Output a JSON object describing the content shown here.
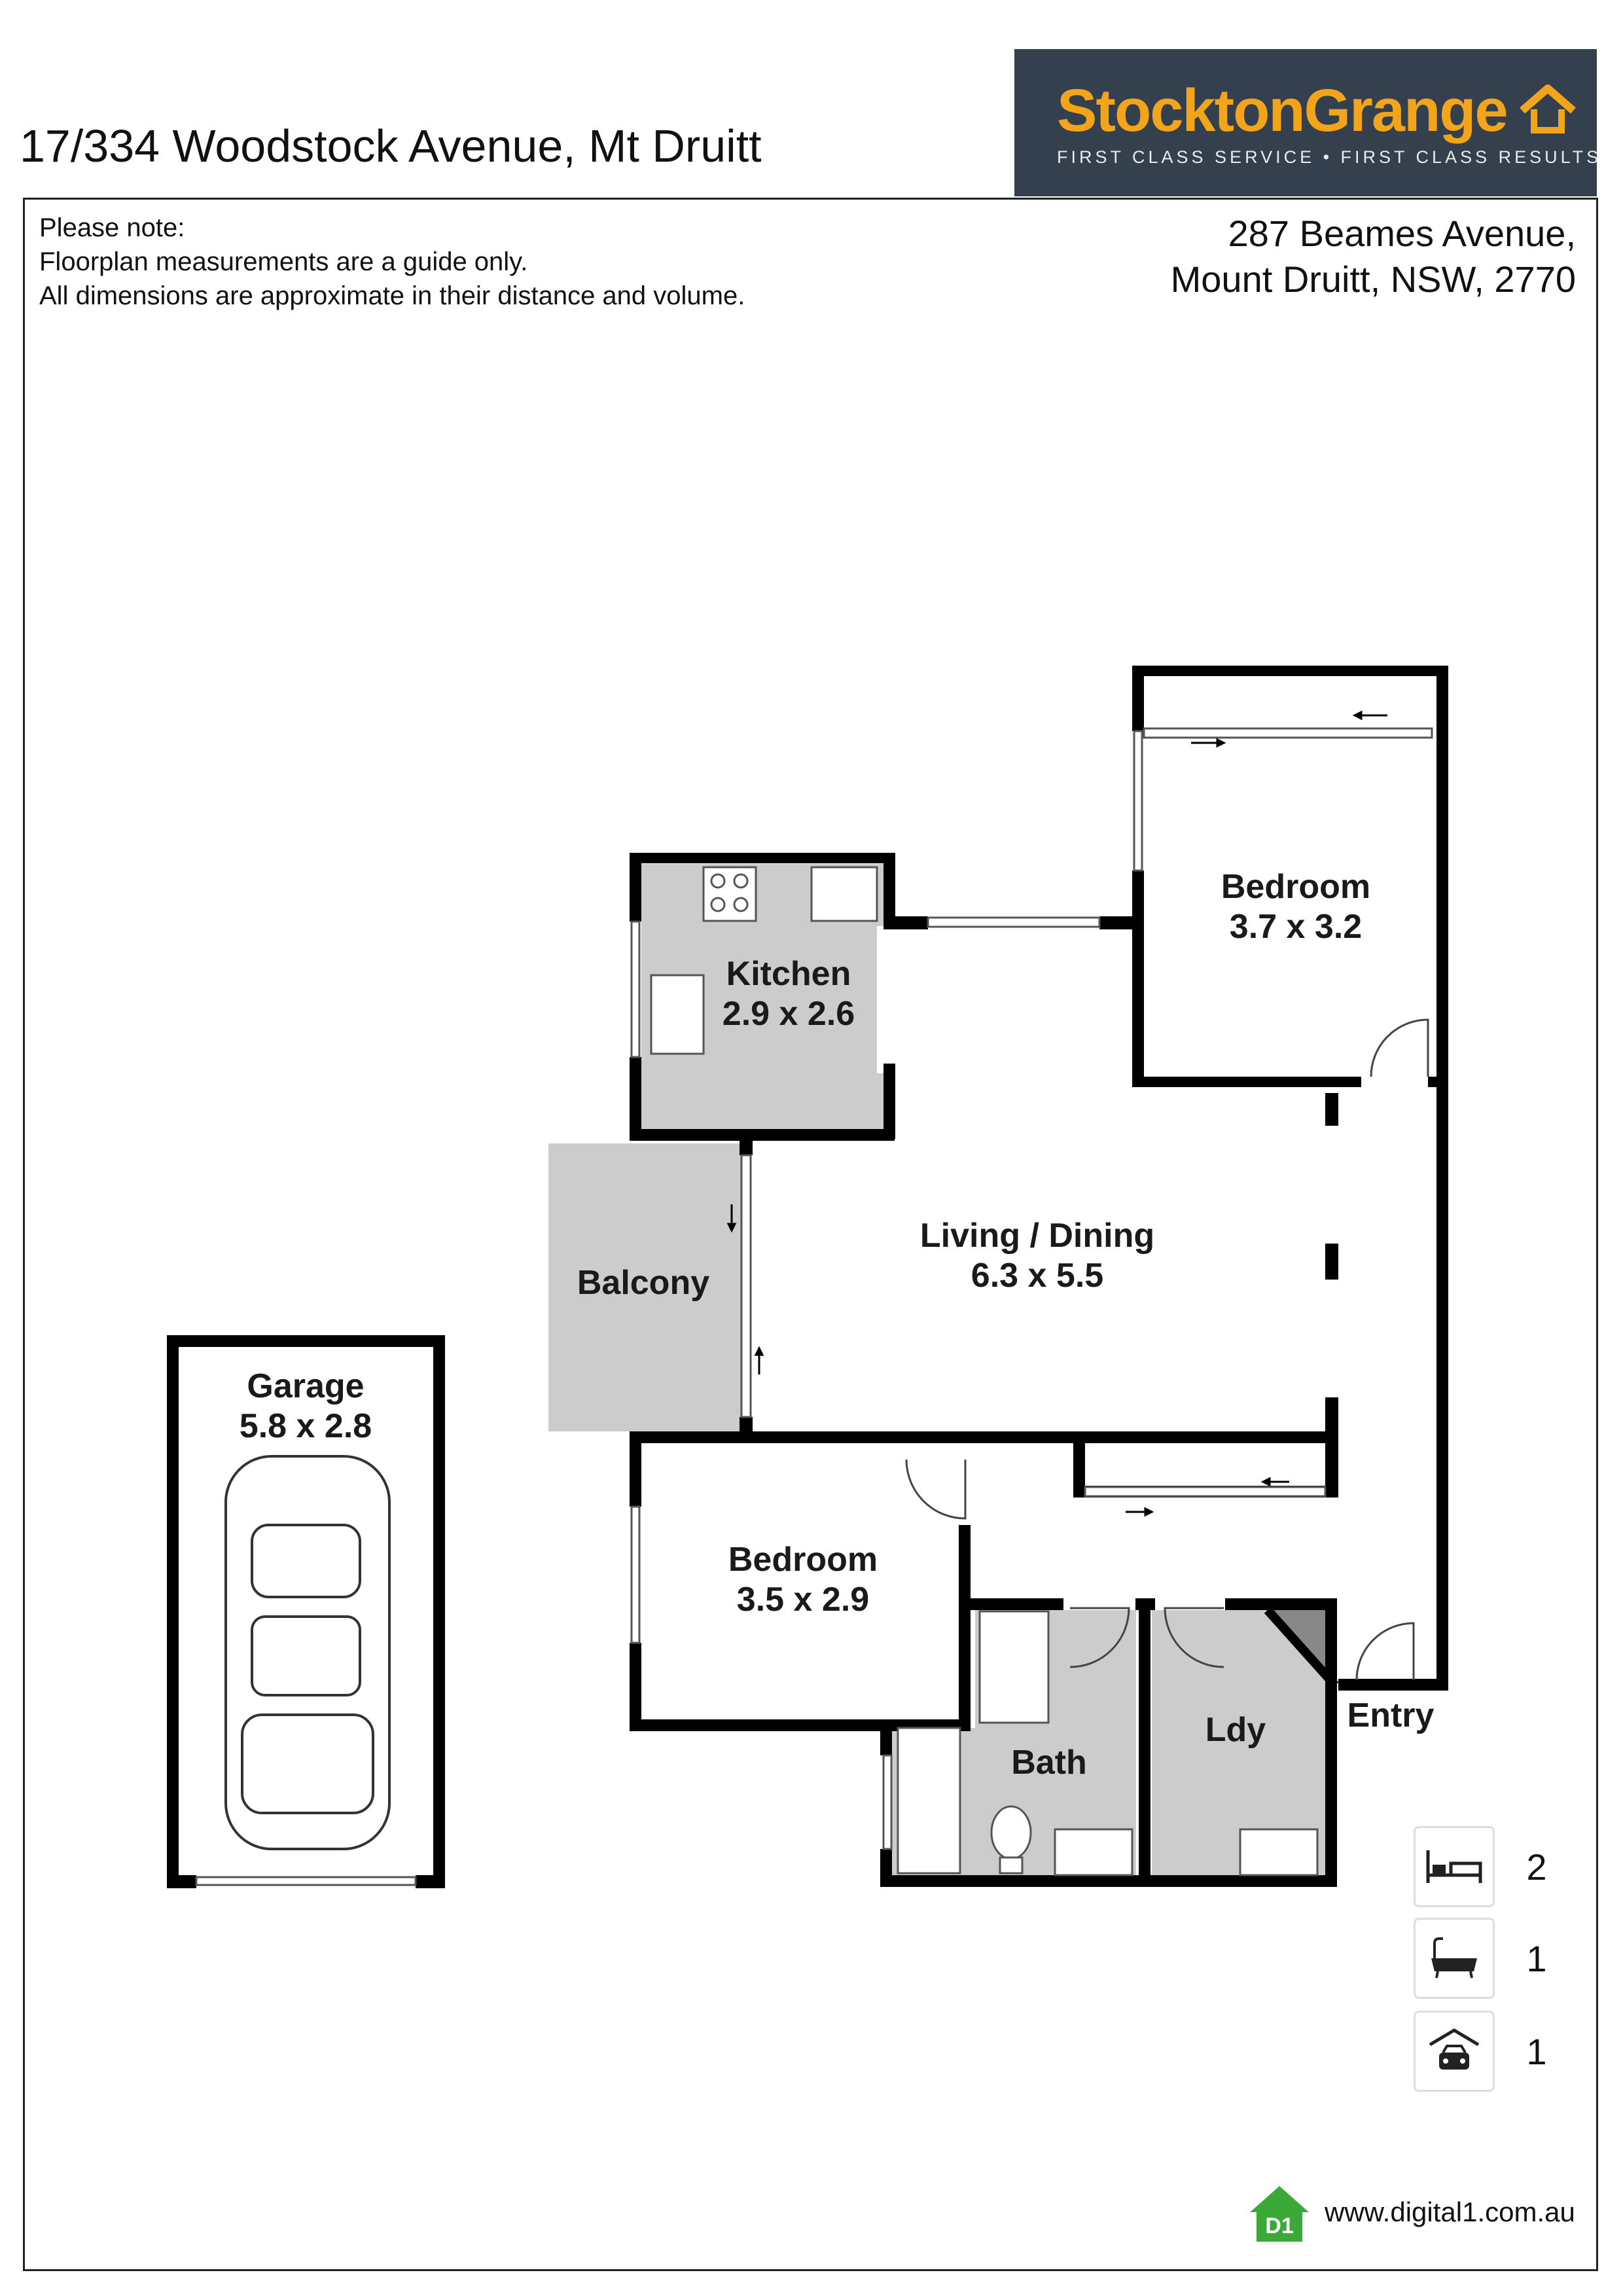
{
  "header": {
    "address": "17/334 Woodstock Avenue, Mt Druitt"
  },
  "logo": {
    "name": "StocktonGrange",
    "tagline": "FIRST CLASS SERVICE  •  FIRST CLASS RESULTS",
    "brand_color": "#f2a51a",
    "background_color": "#35404e"
  },
  "note": {
    "line1": "Please note:",
    "line2": "Floorplan measurements are a guide only.",
    "line3": "All dimensions are approximate in their distance and volume."
  },
  "office": {
    "line1": "287 Beames Avenue,",
    "line2": "Mount Druitt, NSW, 2770"
  },
  "rooms": {
    "bedroom1": {
      "name": "Bedroom",
      "size": "3.7 x 3.2"
    },
    "kitchen": {
      "name": "Kitchen",
      "size": "2.9 x 2.6"
    },
    "living": {
      "name": "Living / Dining",
      "size": "6.3 x 5.5"
    },
    "balcony": {
      "name": "Balcony"
    },
    "garage": {
      "name": "Garage",
      "size": "5.8 x 2.8"
    },
    "bedroom2": {
      "name": "Bedroom",
      "size": "3.5 x 2.9"
    },
    "bath": {
      "name": "Bath"
    },
    "laundry": {
      "name": "Ldy"
    },
    "entry": {
      "name": "Entry"
    }
  },
  "stats": {
    "bedrooms": {
      "icon": "bed-icon",
      "count": "2"
    },
    "bathrooms": {
      "icon": "bathtub-icon",
      "count": "1"
    },
    "garage": {
      "icon": "garage-car-icon",
      "count": "1"
    }
  },
  "footer": {
    "badge": "D1",
    "url": "www.digital1.com.au",
    "badge_color": "#3aa935"
  },
  "colors": {
    "wet_area_fill": "#cccccc",
    "wall": "#000000"
  }
}
